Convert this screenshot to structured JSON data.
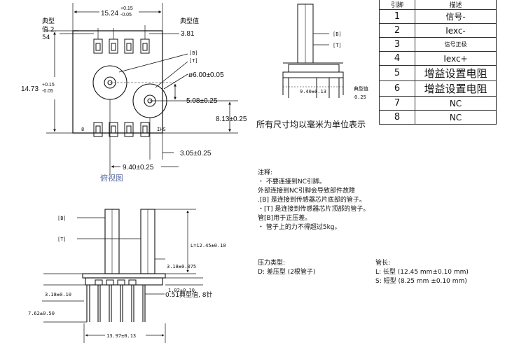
{
  "top_view": {
    "width_dim": "15.24",
    "width_tol_plus": "+0.15",
    "width_tol_minus": "-0.05",
    "typ_left_line1": "典型",
    "typ_left_line2": "值 2.",
    "typ_left_line3": "54",
    "typ_right_label": "典型值",
    "typ_right_value": "3.81",
    "b_port": "[B]",
    "t_port": "[T]",
    "port_diameter": "ø6.00±0.05",
    "port_spacing": "5.08±0.25",
    "height_dim": "14.73",
    "height_tol_plus": "+0.15",
    "height_tol_minus": "-0.05",
    "port_offset": "8.13±0.25",
    "edge_offset": "3.05±0.25",
    "port_x": "9.40±0.25",
    "pin8_mark": "8",
    "ihs_mark": "IHS",
    "caption": "俯视图"
  },
  "side_view_small": {
    "b_port": "[B]",
    "t_port": "[T]",
    "port_x": "9.40±0.13",
    "typ_label": "典型值",
    "typ_value": "0.25"
  },
  "unit_note": "所有尺寸均以毫米为单位表示",
  "pin_table": {
    "header_pin": "引脚",
    "header_desc": "描述",
    "rows": [
      {
        "pin": "1",
        "desc": "信号-"
      },
      {
        "pin": "2",
        "desc": "Iexc-"
      },
      {
        "pin": "3",
        "desc": "信号正极"
      },
      {
        "pin": "4",
        "desc": "Iexc+"
      },
      {
        "pin": "5",
        "desc": "增益设置电阻"
      },
      {
        "pin": "6",
        "desc": "增益设置电阻"
      },
      {
        "pin": "7",
        "desc": "NC"
      },
      {
        "pin": "8",
        "desc": "NC"
      }
    ]
  },
  "notes": {
    "title": "注释:",
    "lines": [
      "・ 不要连接到NC引脚。",
      "外部连接到NC引脚会导致部件故障",
      ".[B] 是连接到传感器芯片底部的管子。",
      "・[T] 是连接到传感器芯片顶部的管子。",
      "管[B]用于正压差。",
      "・ 管子上的力不得超过5kg。"
    ]
  },
  "pressure_type": {
    "title": "压力类型:",
    "value": "D: 差压型 (2根管子)"
  },
  "tube_length": {
    "title": "管长:",
    "long": "L: 长型 (12.45 mm±0.10 mm)",
    "short": "S: 短型 (8.25 mm ±0.10 mm)"
  },
  "side_view": {
    "b_port": "[B]",
    "t_port": "[T]",
    "tube_length": "L=12.45±0.10",
    "tube_offset": "3.18±0.075",
    "body_height": "3.18±0.10",
    "base_offset": "1.02±0.10",
    "pin_length": "7.62±0.50",
    "pin_spec": "0.51典型值, 8针",
    "body_width": "13.97±0.13"
  }
}
